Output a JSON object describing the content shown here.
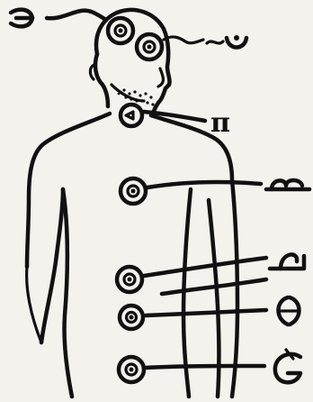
{
  "labels": {
    "pi": "π"
  },
  "glyph_names": [
    "crown-glyph",
    "third-eye-glyph",
    "throat-glyph",
    "heart-glyph",
    "solar-plexus-glyph",
    "sacral-glyph",
    "root-glyph"
  ],
  "ink_color": "#111111",
  "paper_color": "#f4f2ed"
}
